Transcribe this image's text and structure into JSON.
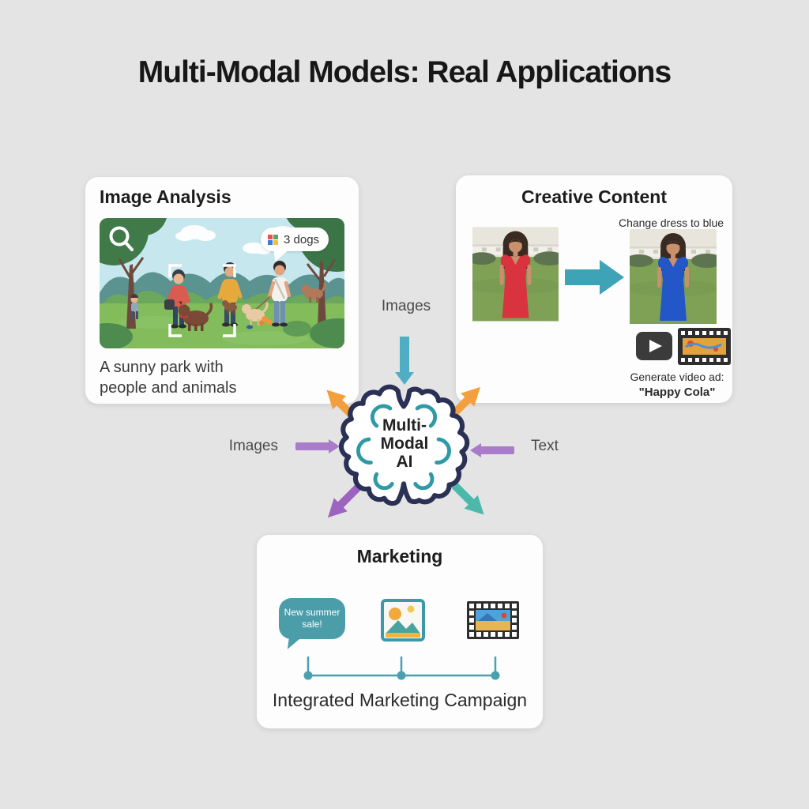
{
  "page": {
    "title": "Multi-Modal Models: Real Applications",
    "background_color": "#e4e4e4"
  },
  "cards": {
    "image_analysis": {
      "title": "Image Analysis",
      "detection_badge": "3 dogs",
      "caption_line1": "A sunny park with",
      "caption_line2": "people and animals"
    },
    "creative_content": {
      "title": "Creative Content",
      "prompt": "Change dress to blue",
      "caption_line1": "Generate video ad:",
      "caption_line2": "\"Happy Cola\""
    },
    "marketing": {
      "title": "Marketing",
      "bubble_line1": "New summer",
      "bubble_line2": "sale!",
      "caption": "Integrated Marketing Campaign"
    }
  },
  "hub": {
    "label_line1": "Multi-",
    "label_line2": "Modal",
    "label_line3": "AI",
    "input_top": "Images",
    "input_left": "Images",
    "input_right": "Text"
  },
  "icons": {
    "magnifier": "search-magnifier",
    "badge_grid": "color-mosaic-grid",
    "brain": "brain-outline",
    "play": "video-play-button",
    "film_strip": "film-strip",
    "image_frame": "photo-image-frame",
    "speech_bubble": "chat-speech-bubble"
  },
  "colors": {
    "background": "#e4e4e4",
    "card": "#fdfdfd",
    "orange_arrow": "#f49f3e",
    "purple_arrow": "#a87bcb",
    "purple_arrow_deep": "#9c64c0",
    "teal_blue_arrow": "#4faec4",
    "teal_green_arrow": "#4bb8a9",
    "edit_arrow_teal": "#3fa3b8",
    "brain_outline": "#2a3154",
    "brain_squiggle": "#2f9aa6",
    "bubble_teal": "#4c9daa",
    "timeline_teal": "#4aa0ae",
    "dress_red": "#d8333f",
    "dress_blue": "#2356c7"
  }
}
